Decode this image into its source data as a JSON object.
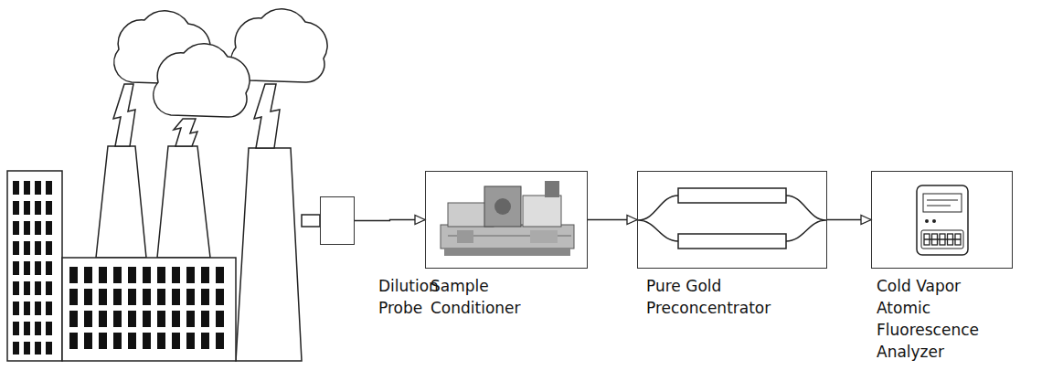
{
  "diagram": {
    "nodes": [
      {
        "text": [
          "Dilution Probe"
        ]
      },
      {
        "text": [
          "Sample Conditioner"
        ]
      },
      {
        "text": [
          "Pure Gold Preconcentrator"
        ]
      },
      {
        "text": [
          "Cold Vapor Atomic Fluorescence Analyzer"
        ]
      }
    ],
    "edges": [
      {
        "from": 0,
        "to": 1,
        "arrow": "to"
      },
      {
        "from": 1,
        "to": 2,
        "arrow": "to"
      },
      {
        "from": 2,
        "to": 3,
        "arrow": "to"
      }
    ]
  }
}
